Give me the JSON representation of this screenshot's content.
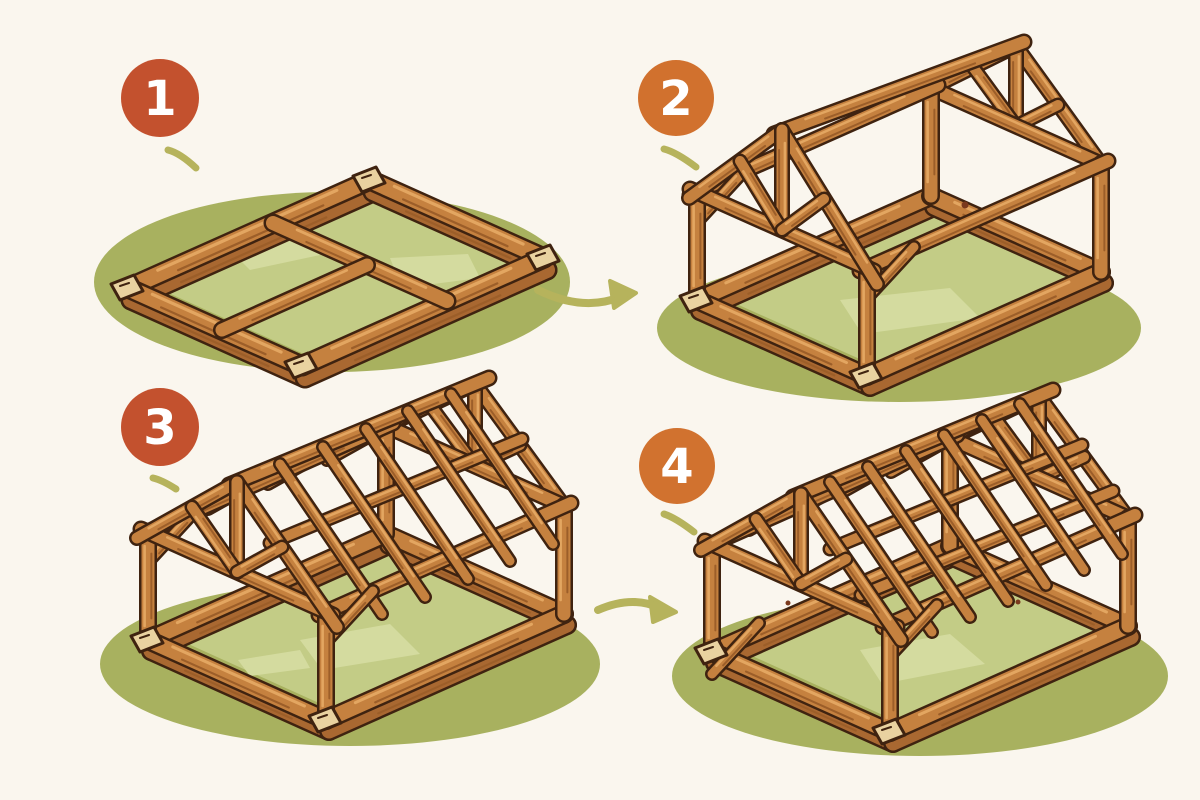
{
  "diagram_title": "timber-frame-construction-steps",
  "steps": [
    {
      "number": "1",
      "badge_color": "#C3512E",
      "illustration": "flat-sill-foundation-frame-on-grass"
    },
    {
      "number": "2",
      "badge_color": "#D1712E",
      "illustration": "posts-plates-and-gable-trusses"
    },
    {
      "number": "3",
      "badge_color": "#C3512E",
      "illustration": "roof-rafters-partially-installed"
    },
    {
      "number": "4",
      "badge_color": "#D1722F",
      "illustration": "complete-rafter-and-purlin-framing"
    }
  ],
  "arrows": [
    {
      "name": "arrow-step1-to-step2",
      "direction": "right"
    },
    {
      "name": "arrow-step3-to-step4",
      "direction": "right"
    }
  ],
  "colors": {
    "background": "#FAF6EE",
    "outline": "#3F2310",
    "wood": "#C5813F",
    "wood_light": "#E3A661",
    "wood_dark": "#9C5E29",
    "sill_low": "#A96831",
    "grass": "#A8B15F",
    "floor": "#C3CC86",
    "floor_patch": "#D4DB9F",
    "arrow": "#B6B35C",
    "badge_text": "#FFFFFF",
    "speck": "#7B3A1E",
    "block": "#E9D2A0"
  }
}
